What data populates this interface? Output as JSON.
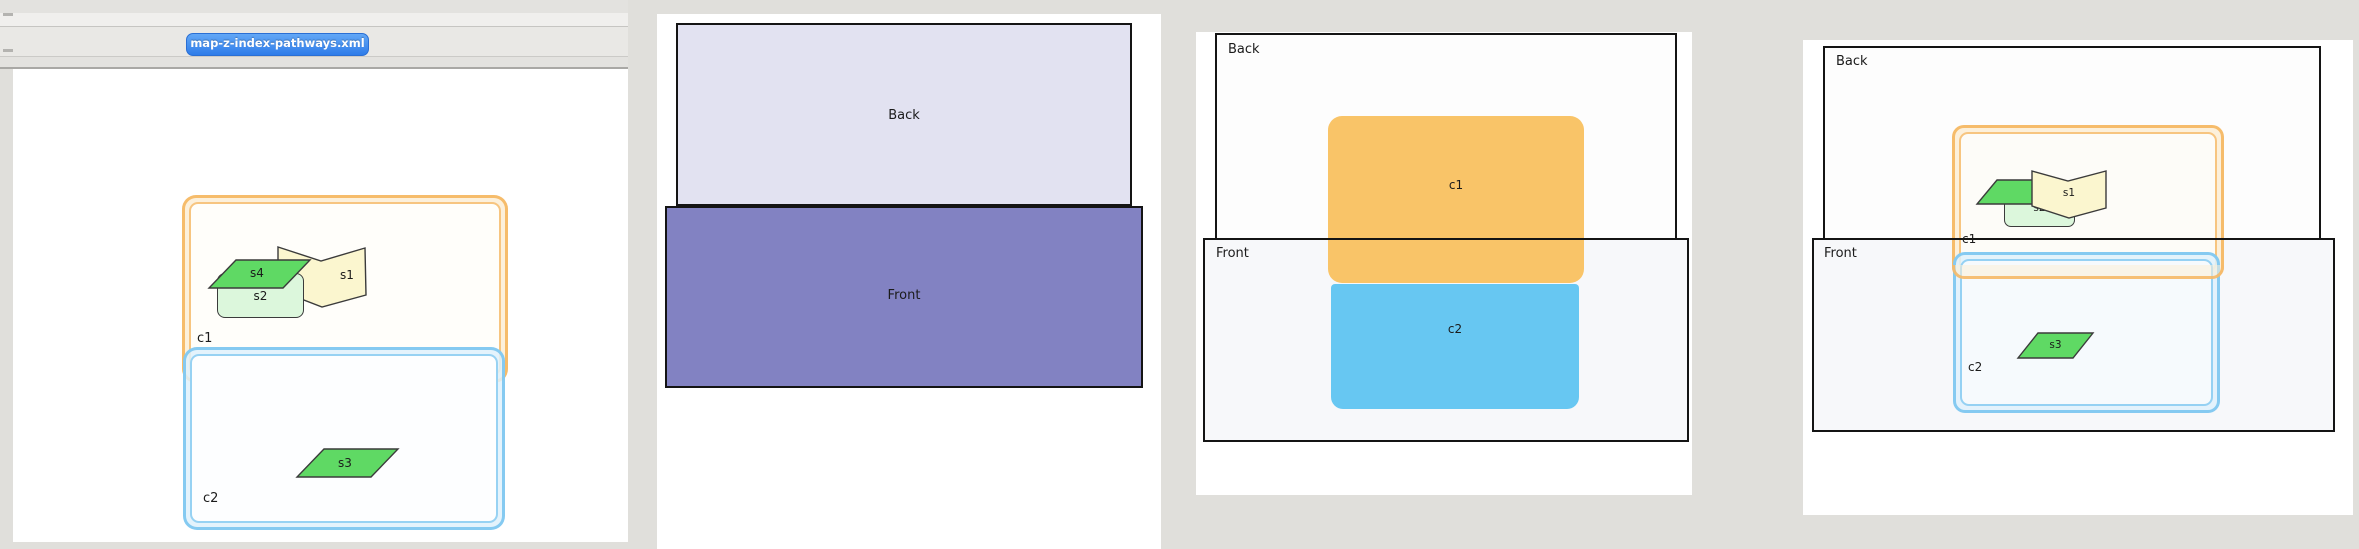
{
  "window": {
    "tab_label": "map-z-index-pathways.xml"
  },
  "colors": {
    "page_background": "#e0dfdb",
    "tab_blue": "#2e7ce9",
    "container_orange_border": "#f5b762",
    "container_blue_border": "#7dc7f0",
    "solid_orange": "#f9c468",
    "solid_blue": "#67c7f2",
    "shape_green": "#5fd964",
    "shape_light_green": "#dcf7dc",
    "shape_cream": "#fbf6cf",
    "back_fill_panel2": "#e2e2f1",
    "front_fill_panel2": "#8282c2",
    "front_fill_light": "#f7f8fa",
    "frame_black": "#141414"
  },
  "panel1": {
    "c1": "c1",
    "c2": "c2",
    "s1": "s1",
    "s2": "s2",
    "s3": "s3",
    "s4": "s4"
  },
  "panel2": {
    "back": "Back",
    "front": "Front"
  },
  "panel3": {
    "back": "Back",
    "front": "Front",
    "c1": "c1",
    "c2": "c2"
  },
  "panel4": {
    "back": "Back",
    "front": "Front",
    "c1": "c1",
    "c2": "c2",
    "s1": "s1",
    "s2": "s2",
    "s3": "s3"
  }
}
